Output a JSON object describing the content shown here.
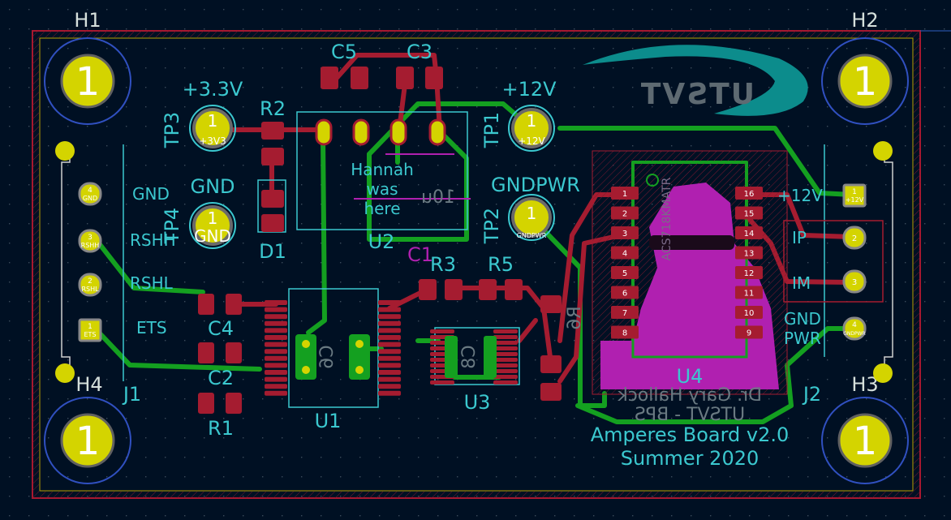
{
  "colors": {
    "background": "#001023",
    "board_edge": "#b8a000",
    "top_copper": "#a51c30",
    "bottom_copper": "#14a020",
    "silkscreen": "#3bc8cf",
    "courtyard": "#c8c8c8",
    "pad_yellow": "#cfcf00",
    "magenta_art": "#b020b0"
  },
  "holes": {
    "h1": "H1",
    "h2": "H2",
    "h3": "H3",
    "h4": "H4",
    "pad_number": "1"
  },
  "testpoints": {
    "tp3": {
      "ref": "TP3",
      "value": "+3.3V",
      "pad_text": "+3V3"
    },
    "tp4": {
      "ref": "TP4",
      "value": "GND",
      "pad_text": "GND"
    },
    "tp1": {
      "ref": "TP1",
      "value": "+12V",
      "pad_text": "+12V"
    },
    "tp2": {
      "ref": "TP2",
      "value": "GNDPWR",
      "pad_text": "GNDPWR"
    },
    "pad_number": "1"
  },
  "components": {
    "c5": "C5",
    "c3": "C3",
    "r2": "R2",
    "d1": "D1",
    "u2": "U2",
    "c1": "C1",
    "r3": "R3",
    "r5": "R5",
    "c4": "C4",
    "c2": "C2",
    "r1": "R1",
    "u1": "U1",
    "u3": "U3",
    "u4": "U4",
    "j1": "J1",
    "j2": "J2",
    "r6": "R6",
    "c6_mirrored": "C6",
    "c8_mirrored": "C8"
  },
  "j1": {
    "labels": [
      "GND",
      "RSHH",
      "RSHL",
      "ETS"
    ],
    "pad_numbers": [
      "4",
      "3",
      "2",
      "1"
    ],
    "pad_texts": [
      "GND",
      "RSHH",
      "RSHL",
      "ETS"
    ]
  },
  "j2": {
    "labels": [
      "+12V",
      "IP",
      "IM",
      "GND",
      "PWR"
    ],
    "pad_numbers": [
      "1",
      "2",
      "3",
      "4"
    ],
    "pad_texts": [
      "+12V",
      "",
      "",
      "GNDPWR"
    ]
  },
  "u2_note": [
    "Hannah",
    "was",
    "here"
  ],
  "u4_pins_left": [
    "1",
    "2",
    "3",
    "4",
    "5",
    "6",
    "7",
    "8"
  ],
  "u4_pins_right": [
    "16",
    "15",
    "14",
    "13",
    "12",
    "11",
    "10",
    "9"
  ],
  "u4_body_text": "ACS718KMATR",
  "mirrored": {
    "logo_text": "UTSVT",
    "author": "Dr. Gary Hallock",
    "team": "UTSVT - BPS",
    "u2_value": "10u"
  },
  "board_title": "Amperes Board v2.0",
  "board_date": "Summer 2020"
}
